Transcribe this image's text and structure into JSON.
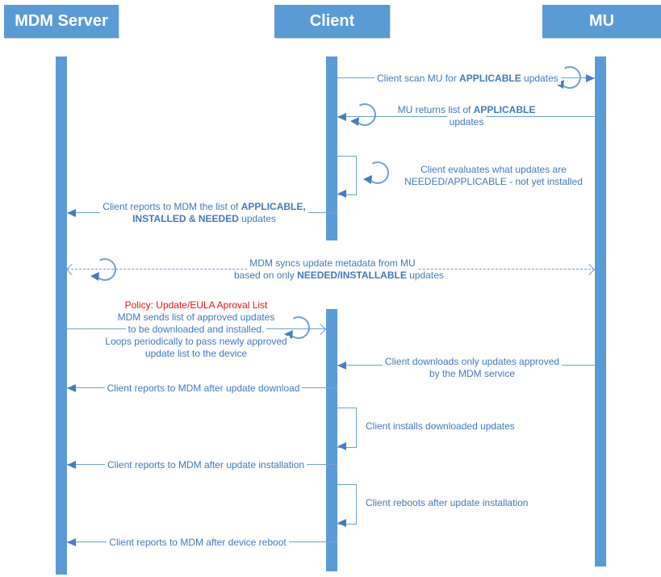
{
  "diagram_type": "sequence",
  "colors": {
    "accent": "#5B9BD5",
    "line": "#6FA0D6",
    "arrow": "#4A7DBD",
    "text": "#4379BB",
    "policy_red": "#EE1111"
  },
  "actors": [
    {
      "name": "MDM Server"
    },
    {
      "name": "Client"
    },
    {
      "name": "MU"
    }
  ],
  "messages": [
    {
      "name": "client-scan-mu",
      "from": "Client",
      "to": "MU",
      "line": "solid",
      "loop_icon": true,
      "lines": [
        [
          {
            "t": "Client scan MU for "
          },
          {
            "t": "APPLICABLE",
            "b": true
          },
          {
            "t": " updates"
          }
        ]
      ]
    },
    {
      "name": "mu-returns-list",
      "from": "MU",
      "to": "Client",
      "line": "solid",
      "loop_icon": true,
      "lines": [
        [
          {
            "t": "MU returns list of "
          },
          {
            "t": "APPLICABLE",
            "b": true
          }
        ],
        [
          {
            "t": "updates"
          }
        ]
      ]
    },
    {
      "name": "client-evaluates",
      "from": "Client",
      "to": "Client",
      "line": "self",
      "loop_icon": true,
      "lines": [
        [
          {
            "t": "Client evaluates what updates are"
          }
        ],
        [
          {
            "t": "NEEDED/APPLICABLE - not yet installed"
          }
        ]
      ]
    },
    {
      "name": "client-reports-list",
      "from": "Client",
      "to": "MDM Server",
      "line": "solid",
      "loop_icon": false,
      "lines": [
        [
          {
            "t": "Client reports to MDM the list of "
          },
          {
            "t": "APPLICABLE,",
            "b": true
          }
        ],
        [
          {
            "t": "INSTALLED & NEEDED",
            "b": true
          },
          {
            "t": " updates"
          }
        ]
      ]
    },
    {
      "name": "mdm-syncs-metadata",
      "from": "MDM Server",
      "to": "MU",
      "line": "dashed-bidirectional",
      "loop_icon": true,
      "lines": [
        [
          {
            "t": "MDM syncs update metadata from MU"
          }
        ],
        [
          {
            "t": "based on only "
          },
          {
            "t": "NEEDED/INSTALLABLE",
            "b": true
          },
          {
            "t": " updates"
          }
        ]
      ]
    },
    {
      "name": "mdm-sends-approved-list",
      "from": "MDM Server",
      "to": "Client",
      "line": "solid",
      "loop_icon": true,
      "lines": [
        [
          {
            "t": "Policy: Update/EULA Aproval List",
            "red": true
          }
        ],
        [
          {
            "t": "MDM sends list of approved updates"
          }
        ],
        [
          {
            "t": "to be downloaded and installed."
          }
        ],
        [
          {
            "t": "Loops periodically to pass newly approved"
          }
        ],
        [
          {
            "t": "update list to the device"
          }
        ]
      ]
    },
    {
      "name": "client-downloads-approved",
      "from": "MU",
      "to": "Client",
      "line": "solid",
      "loop_icon": false,
      "lines": [
        [
          {
            "t": "Client downloads only updates approved"
          }
        ],
        [
          {
            "t": "by the MDM service"
          }
        ]
      ]
    },
    {
      "name": "client-reports-download",
      "from": "Client",
      "to": "MDM Server",
      "line": "solid",
      "loop_icon": false,
      "lines": [
        [
          {
            "t": "Client reports to MDM after update download"
          }
        ]
      ]
    },
    {
      "name": "client-installs",
      "from": "Client",
      "to": "Client",
      "line": "self",
      "loop_icon": false,
      "lines": [
        [
          {
            "t": "Client installs downloaded updates"
          }
        ]
      ]
    },
    {
      "name": "client-reports-install",
      "from": "Client",
      "to": "MDM Server",
      "line": "solid",
      "loop_icon": false,
      "lines": [
        [
          {
            "t": "Client reports to MDM after update installation"
          }
        ]
      ]
    },
    {
      "name": "client-reboots",
      "from": "Client",
      "to": "Client",
      "line": "self",
      "loop_icon": false,
      "lines": [
        [
          {
            "t": "Client reboots after update installation"
          }
        ]
      ]
    },
    {
      "name": "client-reports-reboot",
      "from": "Client",
      "to": "MDM Server",
      "line": "solid",
      "loop_icon": false,
      "lines": [
        [
          {
            "t": "Client reports to MDM after device reboot"
          }
        ]
      ]
    }
  ]
}
